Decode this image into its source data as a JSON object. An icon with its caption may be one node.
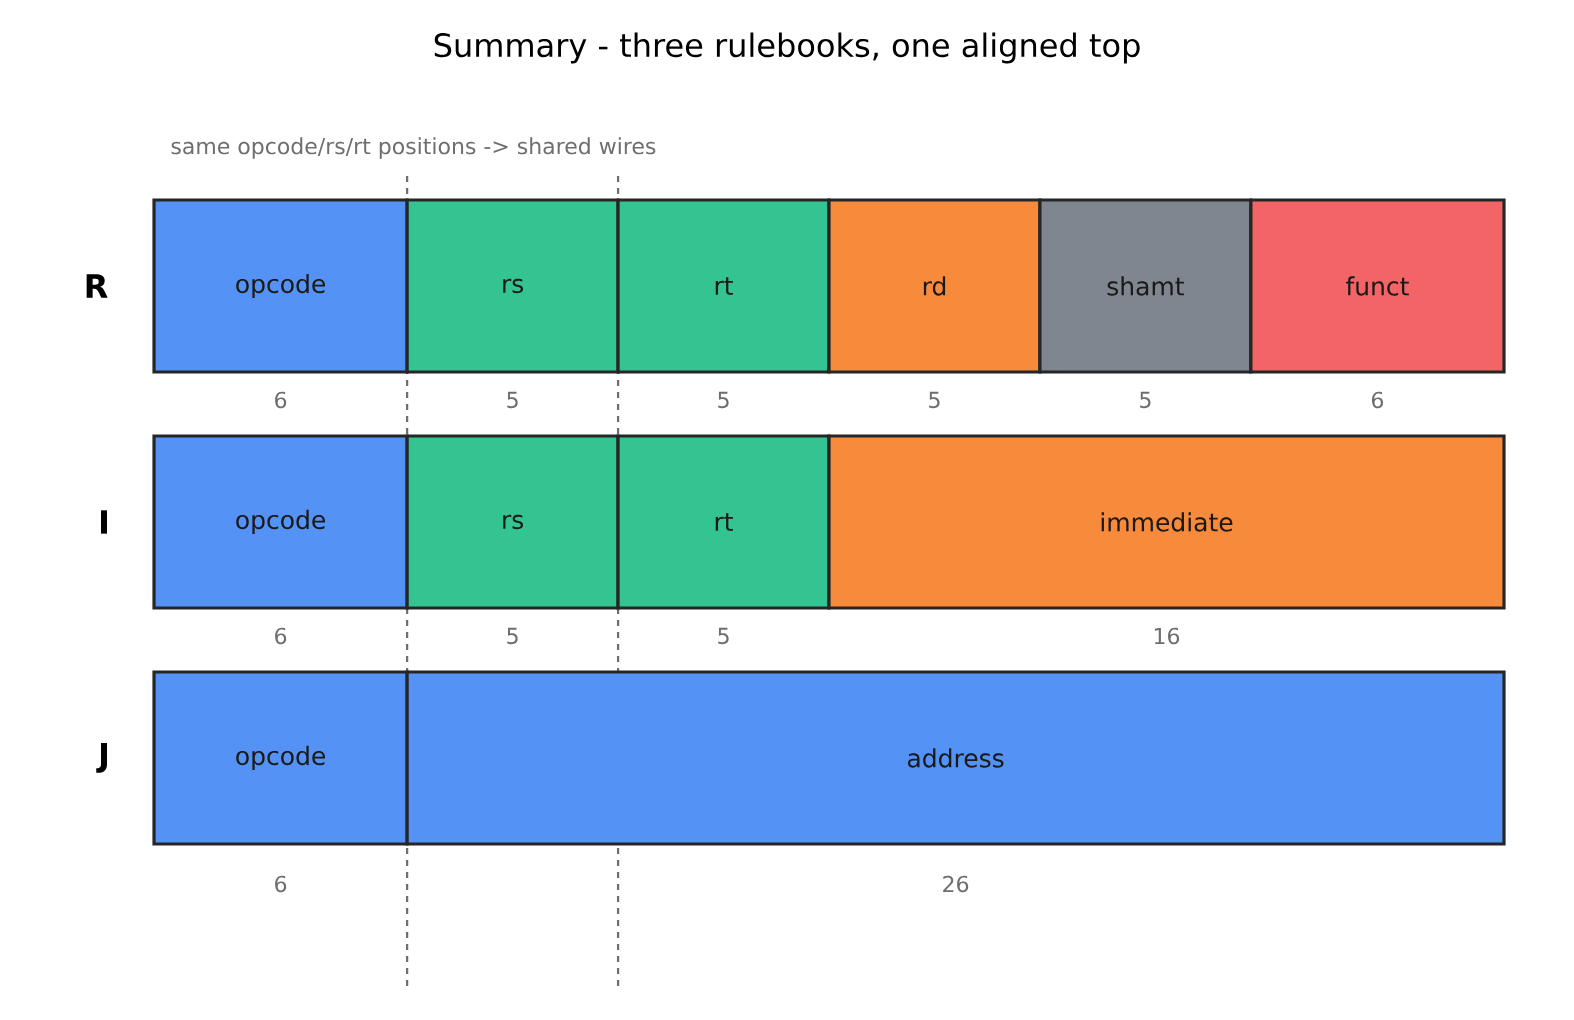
{
  "diagram": {
    "title": "Summary - three rulebooks, one aligned top",
    "nodes": [
      {
        "text": [
          "opcode"
        ],
        "beside": [
          "6"
        ]
      },
      {
        "text": [
          "rs"
        ],
        "beside": [
          "5"
        ]
      },
      {
        "text": [
          "rt"
        ],
        "beside": [
          "5"
        ]
      },
      {
        "text": [
          "rd"
        ],
        "beside": [
          "5"
        ]
      },
      {
        "text": [
          "shamt"
        ],
        "beside": [
          "5"
        ]
      },
      {
        "text": [
          "funct"
        ],
        "beside": [
          "6"
        ]
      },
      {
        "text": [
          "opcode"
        ],
        "beside": [
          "6"
        ]
      },
      {
        "text": [
          "rs"
        ],
        "beside": [
          "5"
        ]
      },
      {
        "text": [
          "rt"
        ],
        "beside": [
          "5"
        ]
      },
      {
        "text": [
          "immediate"
        ],
        "beside": [
          "16"
        ]
      },
      {
        "text": [
          "opcode"
        ],
        "beside": [
          "6"
        ]
      },
      {
        "text": [
          "address"
        ],
        "beside": [
          "26"
        ]
      }
    ],
    "labels": [
      "same opcode/rs/rt positions -> shared wires",
      "R",
      "I",
      "J"
    ]
  }
}
